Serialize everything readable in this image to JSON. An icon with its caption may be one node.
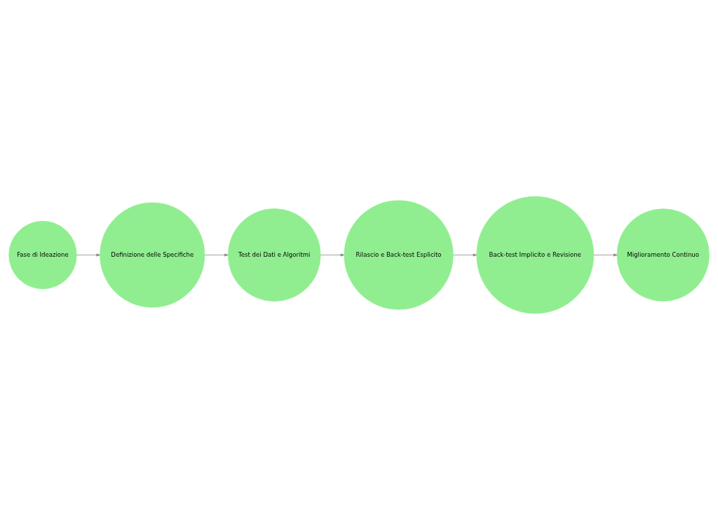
{
  "diagram": {
    "nodes": [
      {
        "text": [
          "Fase di Ideazione"
        ]
      },
      {
        "text": [
          "Definizione delle Specifiche"
        ]
      },
      {
        "text": [
          "Test dei Dati e Algoritmi"
        ]
      },
      {
        "text": [
          "Rilascio e Back-test Esplicito"
        ]
      },
      {
        "text": [
          "Back-test Implicito e Revisione"
        ]
      },
      {
        "text": [
          "Miglioramento Continuo"
        ]
      }
    ],
    "edges": [
      {
        "from": 0,
        "to": 1,
        "arrow": "to"
      },
      {
        "from": 1,
        "to": 2,
        "arrow": "to"
      },
      {
        "from": 2,
        "to": 3,
        "arrow": "to"
      },
      {
        "from": 3,
        "to": 4,
        "arrow": "to"
      },
      {
        "from": 4,
        "to": 5,
        "arrow": "to"
      }
    ]
  }
}
